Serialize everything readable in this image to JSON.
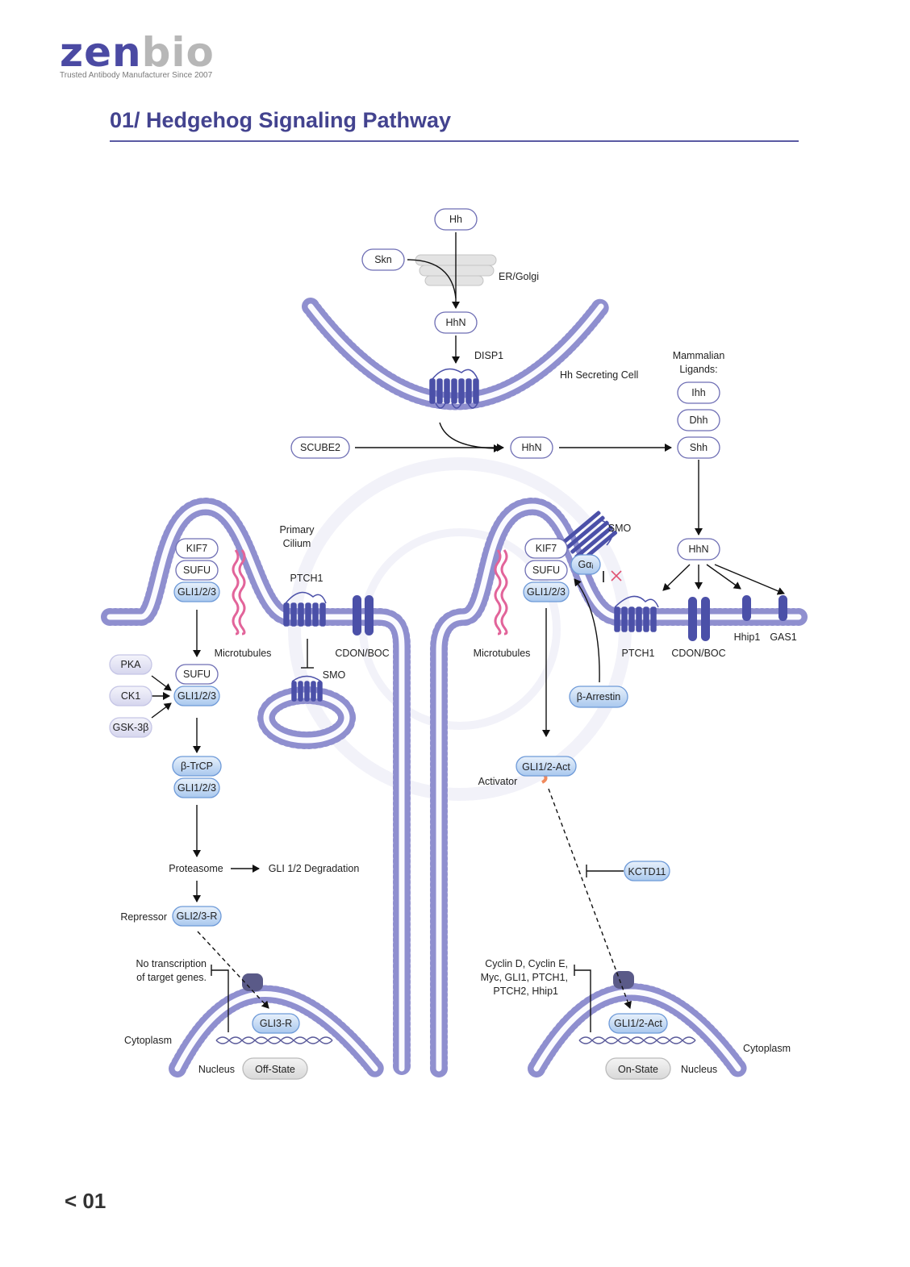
{
  "brand": {
    "logo_text_zen": "zen",
    "logo_text_bio": "bio",
    "tagline": "Trusted Antibody Manufacturer Since 2007"
  },
  "header": {
    "title": "01/ Hedgehog Signaling Pathway"
  },
  "footer": {
    "page_number": "< 01"
  },
  "colors": {
    "brand": "#43438f",
    "membrane": "#8f8fcf",
    "receptor": "#4b50a8",
    "microtubule": "#e2649a",
    "pill_blue": "#c9ddf5"
  },
  "diagram": {
    "secreting": {
      "hh": "Hh",
      "skn": "Skn",
      "er_golgi": "ER/Golgi",
      "hhn": "HhN",
      "disp1": "DISP1",
      "cell_label": "Hh Secreting Cell"
    },
    "extracellular": {
      "scube2": "SCUBE2",
      "hhn": "HhN",
      "mammalian_ligands": "Mammalian",
      "ligands_line2": "Ligands:",
      "ihh": "Ihh",
      "dhh": "Dhh",
      "shh": "Shh"
    },
    "off_state": {
      "primary_cilium": "Primary",
      "cilium_line2": "Cilium",
      "kif7": "KIF7",
      "sufu": "SUFU",
      "gli": "GLI1/2/3",
      "ptch1": "PTCH1",
      "microtubules": "Microtubules",
      "cdon_boc": "CDON/BOC",
      "smo": "SMO",
      "pka": "PKA",
      "ck1": "CK1",
      "gsk3b": "GSK-3β",
      "sufu2": "SUFU",
      "gli2": "GLI1/2/3",
      "btrcp": "β-TrCP",
      "gli3": "GLI1/2/3",
      "proteasome": "Proteasome",
      "degradation": "GLI 1/2 Degradation",
      "repressor": "Repressor",
      "gli23r": "GLI2/3-R",
      "no_tx_1": "No transcription",
      "no_tx_2": "of target genes.",
      "cytoplasm": "Cytoplasm",
      "nucleus": "Nucleus",
      "gli3r": "GLI3-R",
      "state": "Off-State"
    },
    "on_state": {
      "smo": "SMO",
      "kif7": "KIF7",
      "sufu": "SUFU",
      "gli": "GLI1/2/3",
      "galpha": "Gαᵢ",
      "microtubules": "Microtubules",
      "ptch1": "PTCH1",
      "cdon_boc": "CDON/BOC",
      "hhip1": "Hhip1",
      "gas1": "GAS1",
      "hhn": "HhN",
      "barrestin": "β-Arrestin",
      "gli_act": "GLI1/2-Act",
      "activator": "Activator",
      "kctd11": "KCTD11",
      "targets_1": "Cyclin D, Cyclin E,",
      "targets_2": "Myc, GLI1, PTCH1,",
      "targets_3": "PTCH2, Hhip1",
      "gli_act_nuc": "GLI1/2-Act",
      "state": "On-State",
      "nucleus": "Nucleus",
      "cytoplasm": "Cytoplasm"
    }
  }
}
